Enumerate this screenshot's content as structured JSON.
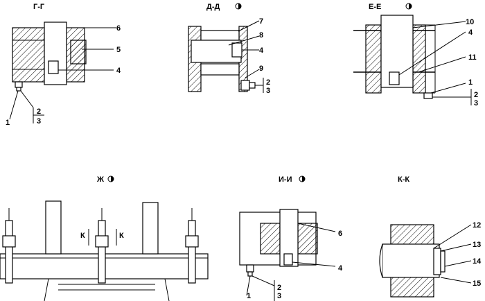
{
  "views": {
    "gg": {
      "title": "Г-Г",
      "callouts": [
        "6",
        "5",
        "4",
        "1"
      ],
      "ref_top": "2",
      "ref_bottom": "3"
    },
    "dd": {
      "title": "Д-Д",
      "callouts": [
        "7",
        "8",
        "4",
        "9"
      ],
      "ref_top": "2",
      "ref_bottom": "3"
    },
    "ee": {
      "title": "Е-Е",
      "callouts": [
        "10",
        "4",
        "11",
        "1"
      ],
      "ref_top": "2",
      "ref_bottom": "3"
    },
    "zh": {
      "title": "Ж",
      "section_left": "К",
      "section_right": "К"
    },
    "ii": {
      "title": "И-И",
      "callouts": [
        "6",
        "4",
        "1"
      ],
      "ref_top": "2",
      "ref_bottom": "3"
    },
    "kk": {
      "title": "К-К",
      "callouts": [
        "12",
        "13",
        "14",
        "15"
      ]
    }
  },
  "icons": {
    "rotation_mark": "rotated-view-icon"
  }
}
